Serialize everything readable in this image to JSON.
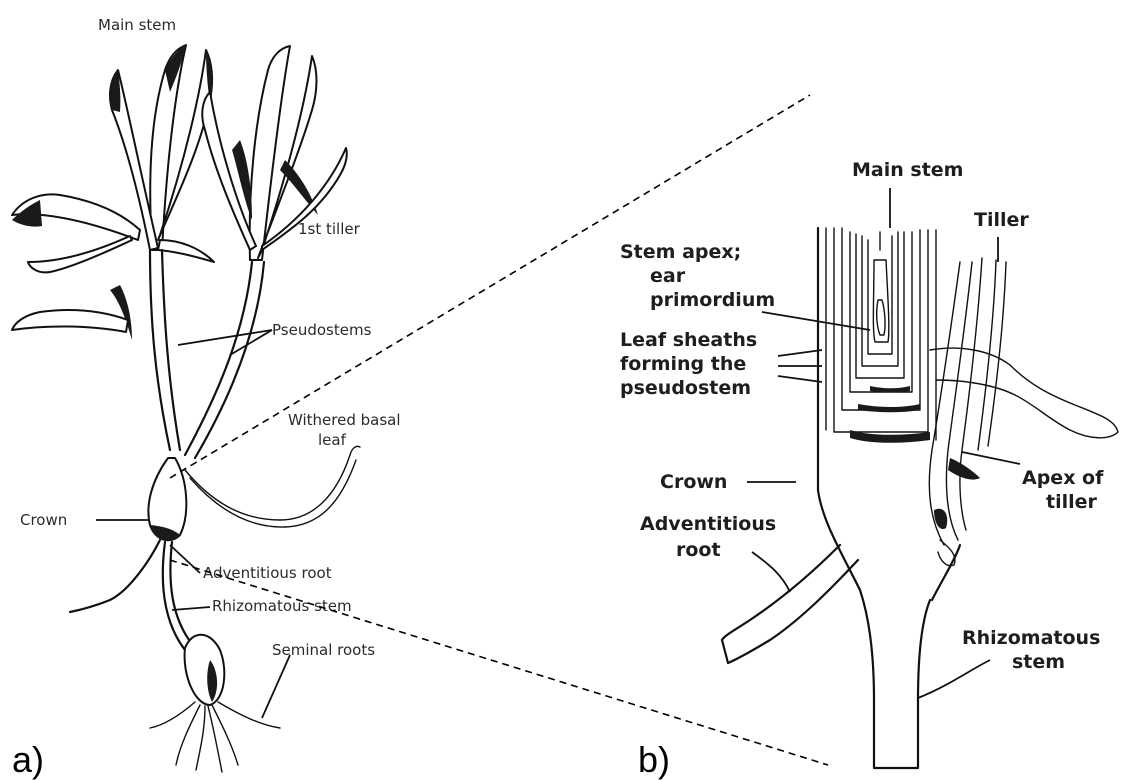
{
  "panel_a": {
    "letter": "a)",
    "labels": {
      "main_stem": "Main stem",
      "first_tiller": "1st tiller",
      "pseudostems": "Pseudostems",
      "withered_basal_leaf_1": "Withered basal",
      "withered_basal_leaf_2": "leaf",
      "crown": "Crown",
      "adventitious_root": "Adventitious root",
      "rhizomatous_stem": "Rhizomatous stem",
      "seminal_roots": "Seminal roots"
    }
  },
  "panel_b": {
    "letter": "b)",
    "labels": {
      "main_stem": "Main stem",
      "tiller": "Tiller",
      "stem_apex_1": "Stem apex;",
      "stem_apex_2": "ear",
      "stem_apex_3": "primordium",
      "leaf_sheaths_1": "Leaf sheaths",
      "leaf_sheaths_2": "forming the",
      "leaf_sheaths_3": "pseudostem",
      "crown": "Crown",
      "apex_of_tiller_1": "Apex of",
      "apex_of_tiller_2": "tiller",
      "adventitious_root_1": "Adventitious",
      "adventitious_root_2": "root",
      "rhizomatous_stem_1": "Rhizomatous",
      "rhizomatous_stem_2": "stem"
    }
  }
}
